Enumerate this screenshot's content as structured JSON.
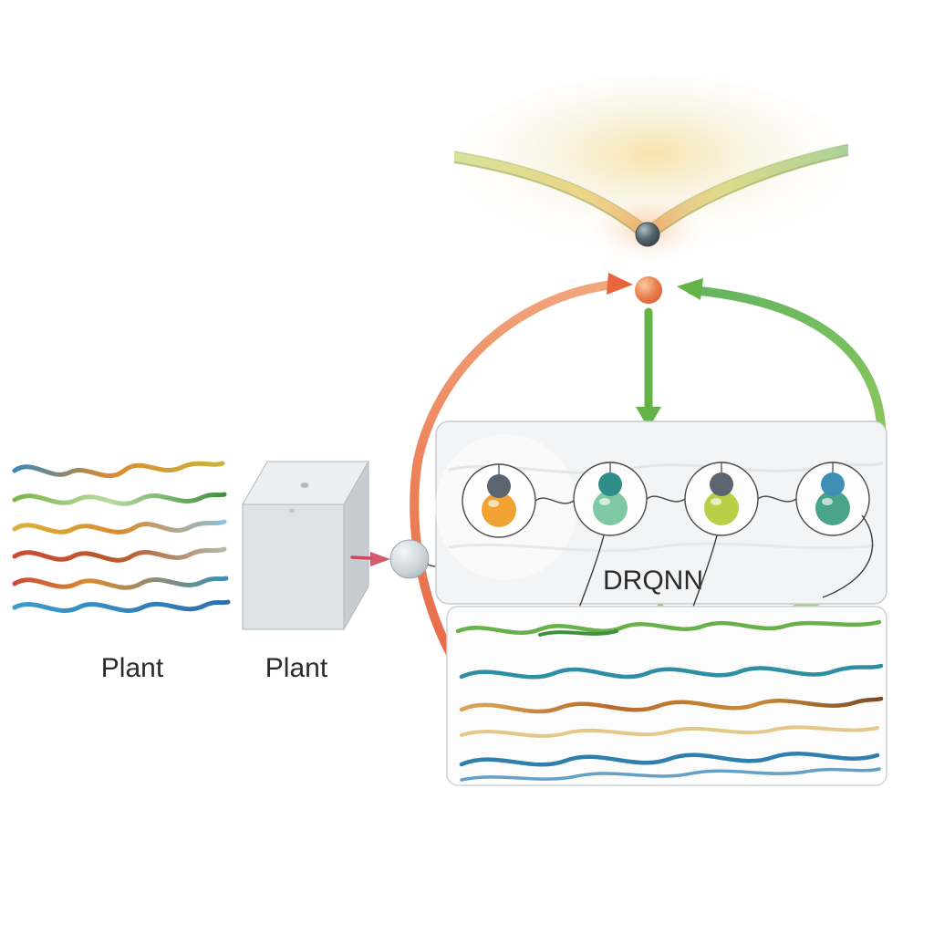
{
  "diagram": {
    "labels": {
      "plant_signals": "Plant",
      "plant_box": "Plant",
      "network": "DRQNN"
    },
    "colors": {
      "orange_arrow": "#e8643a",
      "green_arrow": "#64b347",
      "green_arrow_light": "#a6cb43",
      "red_arrow": "#cd4a5e",
      "box_fill": "#f3f4f5",
      "output_box_fill": "#fcfcfc",
      "neuron1_top": "#5a6570",
      "neuron1_bottom": "#f0a233",
      "neuron2_top": "#2f8d8a",
      "neuron2_bottom": "#7ec9a3",
      "neuron3_top": "#5a6570",
      "neuron3_bottom": "#b9cf45",
      "neuron4_top": "#3f8fb5",
      "neuron4_bottom": "#4aa489",
      "valley_ball": "#5f6f74",
      "goal_ball": "#ef9668",
      "node_fill": "#c6ced3"
    }
  }
}
